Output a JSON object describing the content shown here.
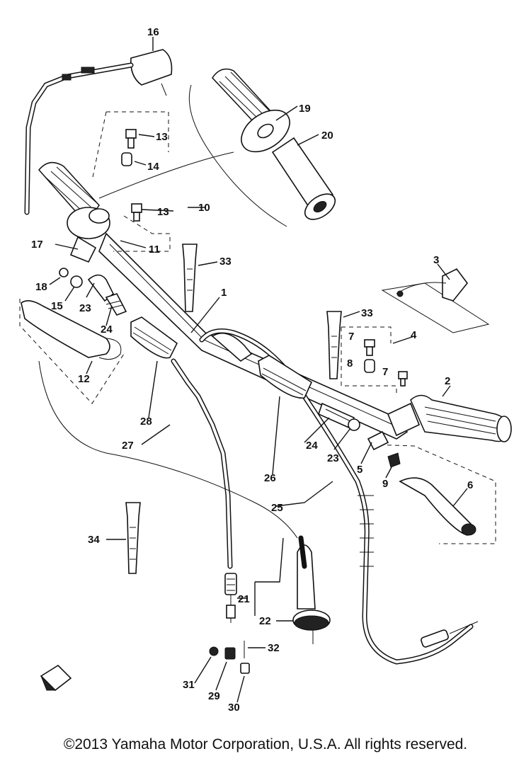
{
  "diagram": {
    "callouts": [
      "16",
      "13",
      "14",
      "19",
      "20",
      "13",
      "10",
      "11",
      "17",
      "33",
      "18",
      "15",
      "23",
      "24",
      "1",
      "3",
      "12",
      "33",
      "4",
      "7",
      "8",
      "7",
      "2",
      "28",
      "27",
      "24",
      "23",
      "5",
      "9",
      "26",
      "25",
      "6",
      "34",
      "21",
      "22",
      "32",
      "31",
      "29",
      "30"
    ]
  },
  "footer": {
    "copyright": "©2013 Yamaha Motor Corporation, U.S.A. All rights reserved."
  }
}
